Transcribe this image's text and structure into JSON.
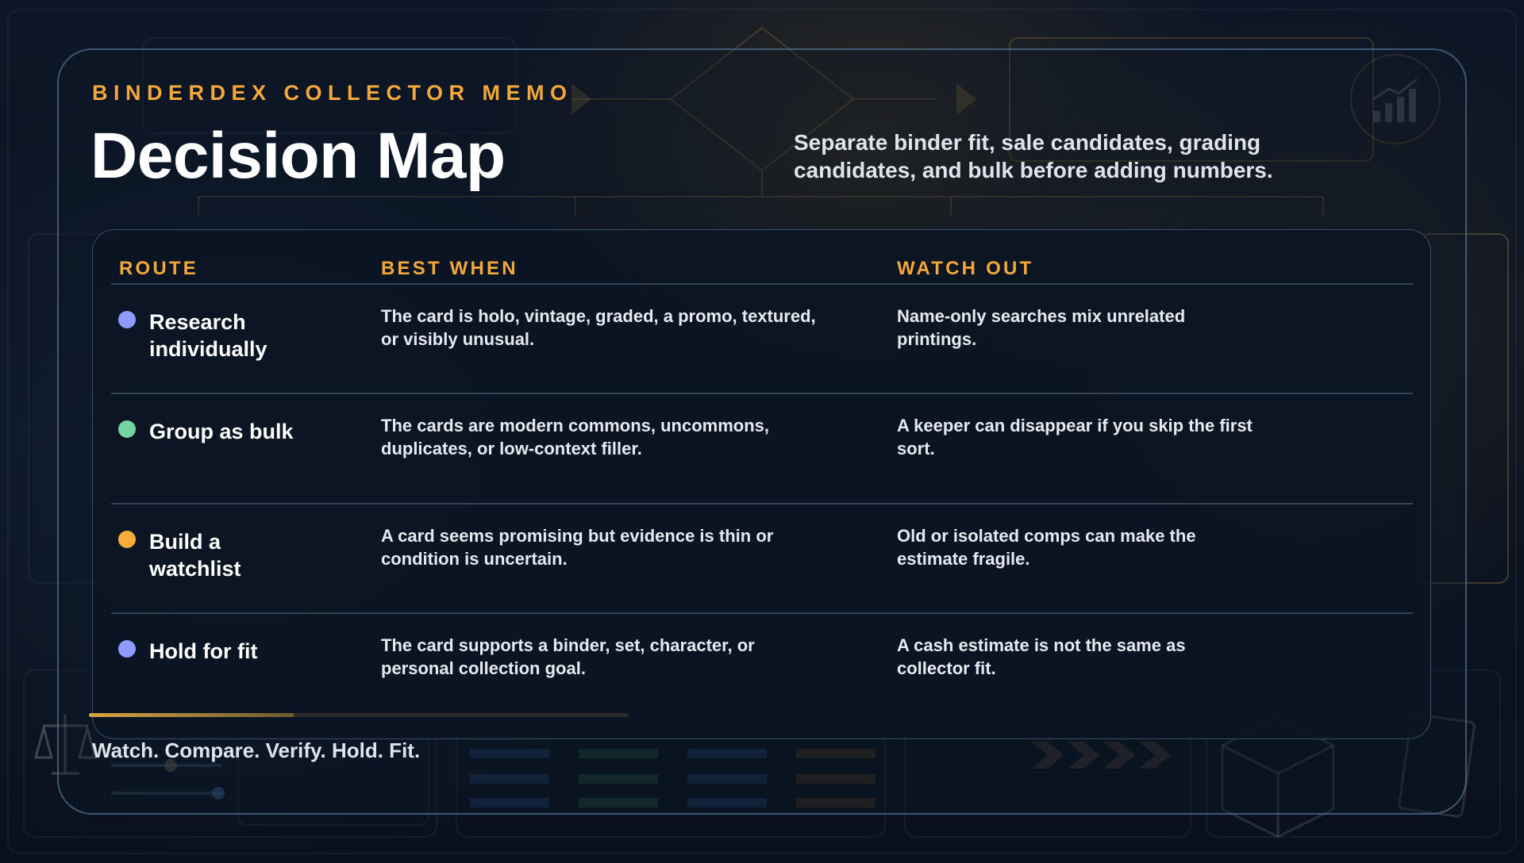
{
  "header": {
    "eyebrow": "BINDERDEX COLLECTOR MEMO",
    "title": "Decision Map",
    "subtitle": "Separate binder fit, sale candidates, grading candidates, and bulk before adding numbers."
  },
  "table": {
    "columns": [
      "ROUTE",
      "BEST WHEN",
      "WATCH OUT"
    ],
    "rows": [
      {
        "route": "Research individually",
        "dot_color": "#8f9cff",
        "best_when": "The card is holo, vintage, graded, a promo, textured, or visibly unusual.",
        "watch_out": "Name-only searches mix unrelated printings."
      },
      {
        "route": "Group as bulk",
        "dot_color": "#74d3a2",
        "best_when": "The cards are modern commons, uncommons, duplicates, or low-context filler.",
        "watch_out": "A keeper can disappear if you skip the first sort."
      },
      {
        "route": "Build a watchlist",
        "dot_color": "#f6ae38",
        "best_when": "A card seems promising but evidence is thin or condition is uncertain.",
        "watch_out": "Old or isolated comps can make the estimate fragile."
      },
      {
        "route": "Hold for fit",
        "dot_color": "#8f9cff",
        "best_when": "The card supports a binder, set, character, or personal collection goal.",
        "watch_out": "A cash estimate is not the same as collector fit."
      }
    ]
  },
  "footer": {
    "progress": 0.38,
    "tagline": "Watch. Compare. Verify. Hold. Fit."
  },
  "colors": {
    "accent": "#f4a83a",
    "title": "#ffffff",
    "body_text": "#e6eaf0"
  },
  "decor_icons": [
    "chart-icon",
    "scale-icon",
    "card-stack-icon",
    "chevron-arrows-icon"
  ]
}
